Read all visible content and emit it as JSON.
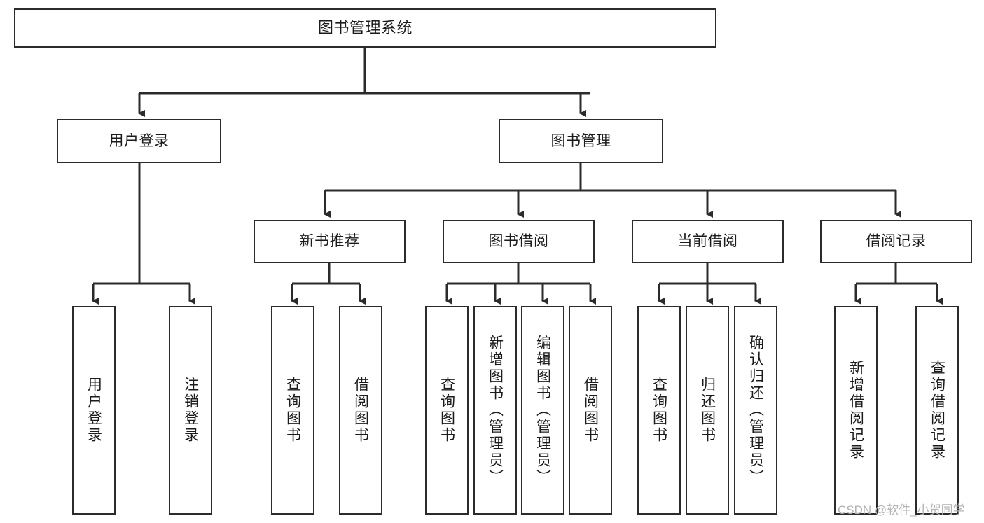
{
  "diagram": {
    "title": "图书管理系统",
    "type": "tree",
    "watermark": "CSDN @软件_小贺同学",
    "colors": {
      "box_border": "#2b2b2b",
      "box_fill": "#ffffff",
      "connector": "#2b2b2b",
      "text": "#1b1b1b",
      "watermark": "#b3b3b3",
      "background": "#ffffff"
    },
    "nodes": {
      "root": {
        "label": "图书管理系统"
      },
      "level2": [
        {
          "id": "user-login",
          "label": "用户登录"
        },
        {
          "id": "book-management",
          "label": "图书管理"
        }
      ],
      "level3": [
        {
          "id": "new-book-recommend",
          "label": "新书推荐"
        },
        {
          "id": "book-borrow",
          "label": "图书借阅"
        },
        {
          "id": "current-borrow",
          "label": "当前借阅"
        },
        {
          "id": "borrow-record",
          "label": "借阅记录"
        }
      ],
      "leaves": {
        "user-login": [
          {
            "id": "leaf-user-login",
            "label": "用户登录"
          },
          {
            "id": "leaf-logout",
            "label": "注销登录"
          }
        ],
        "new-book-recommend": [
          {
            "id": "leaf-query-book-1",
            "label": "查询图书"
          },
          {
            "id": "leaf-borrow-book-1",
            "label": "借阅图书"
          }
        ],
        "book-borrow": [
          {
            "id": "leaf-query-book-2",
            "label": "查询图书"
          },
          {
            "id": "leaf-add-book",
            "label": "新增图书（管理员）"
          },
          {
            "id": "leaf-edit-book",
            "label": "编辑图书（管理员）"
          },
          {
            "id": "leaf-borrow-book-2",
            "label": "借阅图书"
          }
        ],
        "current-borrow": [
          {
            "id": "leaf-query-book-3",
            "label": "查询图书"
          },
          {
            "id": "leaf-return-book",
            "label": "归还图书"
          },
          {
            "id": "leaf-confirm-return",
            "label": "确认归还（管理员）"
          }
        ],
        "borrow-record": [
          {
            "id": "leaf-add-record",
            "label": "新增借阅记录"
          },
          {
            "id": "leaf-query-record",
            "label": "查询借阅记录"
          }
        ]
      }
    }
  }
}
